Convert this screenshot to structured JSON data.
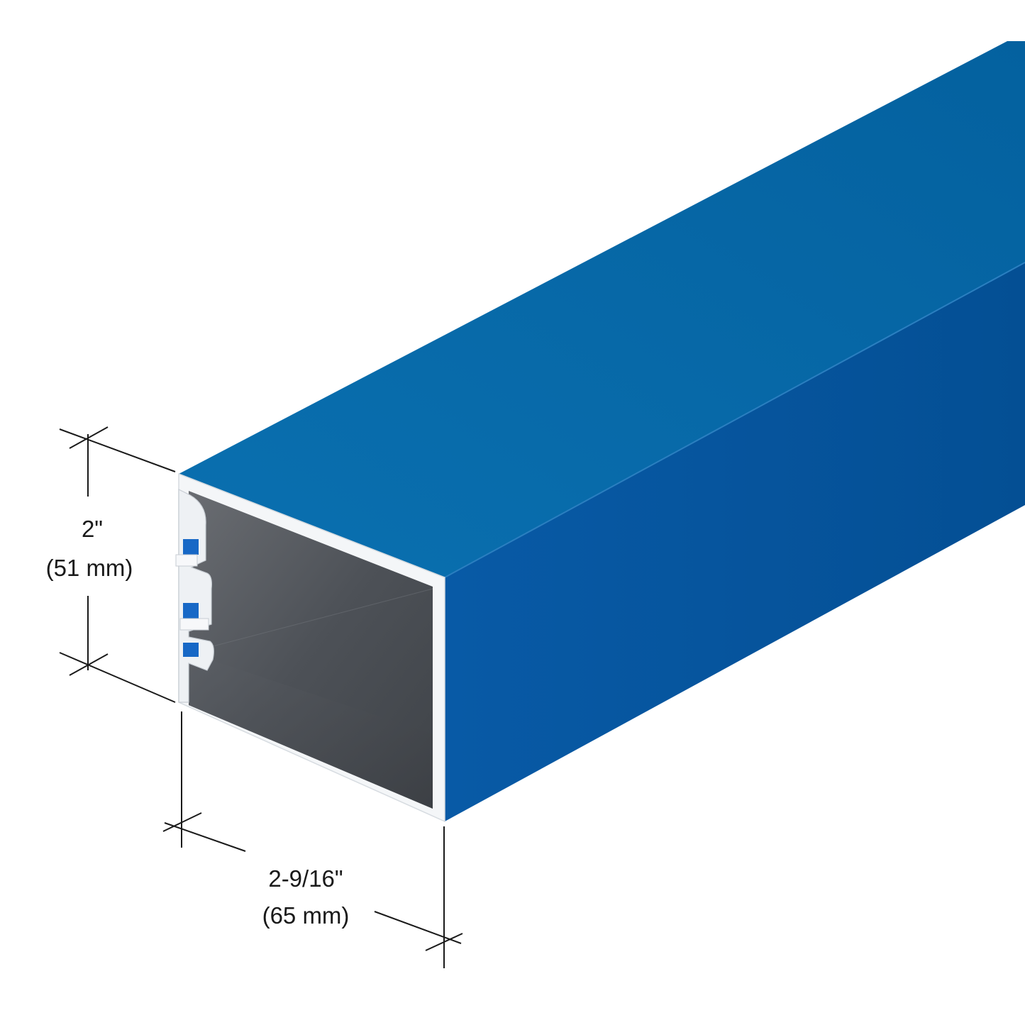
{
  "product": {
    "colors": {
      "top_face": "#0668a8",
      "side_face": "#0556a0",
      "frame": "#f4f6f8",
      "interior": "#4a4e55",
      "dimension_lines": "#1a1a1a"
    }
  },
  "dimensions": {
    "height": {
      "imperial": "2\"",
      "metric": "(51 mm)"
    },
    "width": {
      "imperial": "2-9/16\"",
      "metric": "(65 mm)"
    }
  }
}
